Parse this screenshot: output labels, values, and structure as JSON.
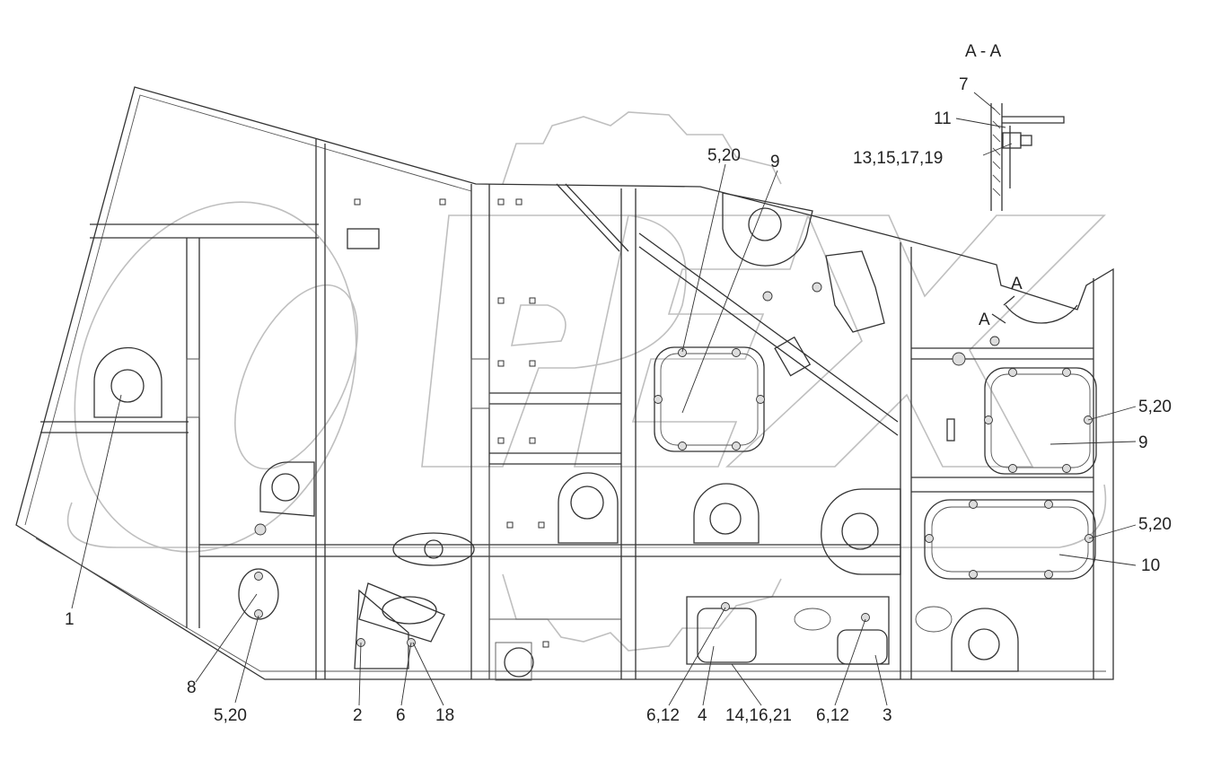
{
  "section": {
    "title": "A - A",
    "labels": [
      "7",
      "11",
      "13,15,17,19"
    ],
    "cut_marks": [
      "A",
      "A"
    ]
  },
  "callouts": {
    "c1": "1",
    "c8": "8",
    "c5_20_bl": "5,20",
    "c2": "2",
    "c6": "6",
    "c18": "18",
    "c6_12_a": "6,12",
    "c4": "4",
    "c14_16_21": "14,16,21",
    "c6_12_b": "6,12",
    "c3": "3",
    "c5_20_top": "5,20",
    "c9_top": "9",
    "c5_20_r1": "5,20",
    "c9_r": "9",
    "c5_20_r2": "5,20",
    "c10": "10"
  },
  "watermark": "OPEX"
}
